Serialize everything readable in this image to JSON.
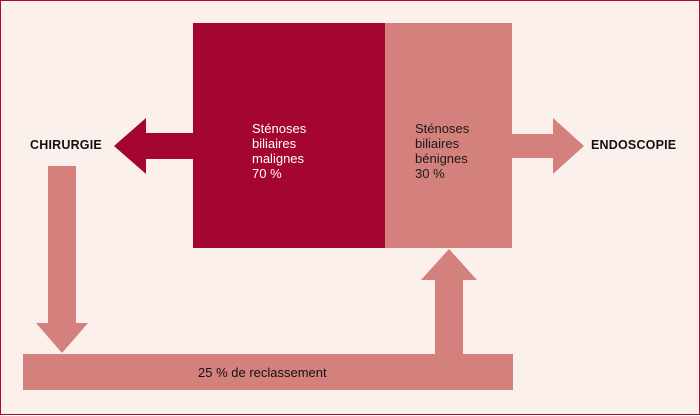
{
  "colors": {
    "malignant": "#a50631",
    "benign": "#d4807c",
    "background": "#fcf0ec",
    "border": "#b3082f"
  },
  "boxes": {
    "malignant": {
      "lines": [
        "Sténoses",
        "biliaires",
        "malignes",
        "70 %"
      ]
    },
    "benign": {
      "lines": [
        "Sténoses",
        "biliaires",
        "bénignes",
        "30 %"
      ]
    }
  },
  "outcomes": {
    "left": "CHIRURGIE",
    "right": "ENDOSCOPIE"
  },
  "reclassification": {
    "label": "25 % de reclassement"
  }
}
